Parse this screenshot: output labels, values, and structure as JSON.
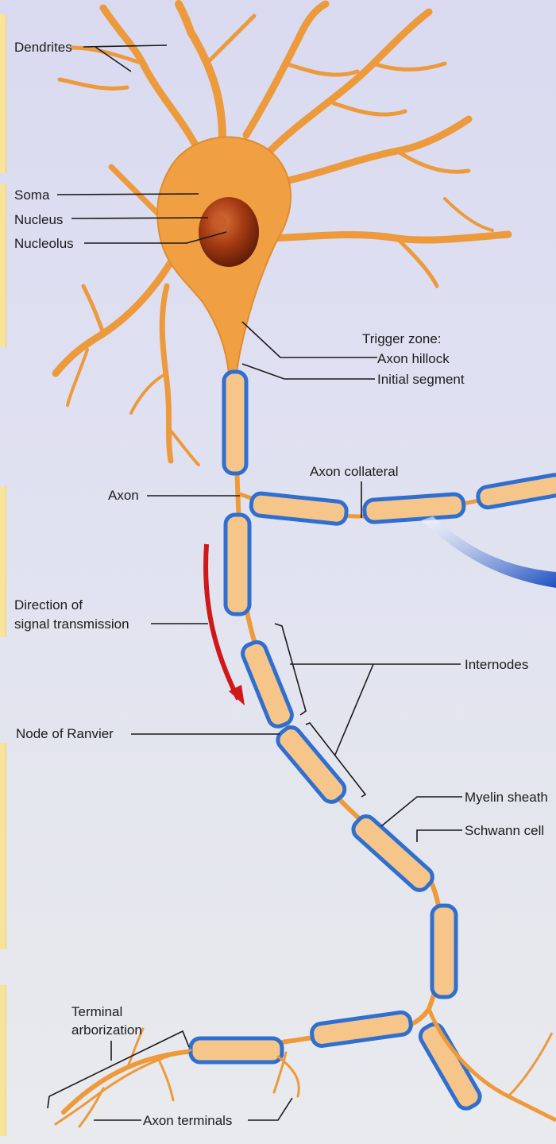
{
  "labels": {
    "dendrites": "Dendrites",
    "soma": "Soma",
    "nucleus": "Nucleus",
    "nucleolus": "Nucleolus",
    "trigger_zone": "Trigger zone:",
    "axon_hillock": "Axon hillock",
    "initial_segment": "Initial segment",
    "axon_collateral": "Axon collateral",
    "axon": "Axon",
    "direction_line1": "Direction of",
    "direction_line2": "signal transmission",
    "internodes": "Internodes",
    "node_of_ranvier": "Node of Ranvier",
    "myelin_sheath": "Myelin sheath",
    "schwann_cell": "Schwann cell",
    "terminal_line1": "Terminal",
    "terminal_line2": "arborization",
    "axon_terminals": "Axon terminals"
  },
  "colors": {
    "neuron_body": "#f0a043",
    "nucleus": "#8a2a0a",
    "myelin_blue": "#2f6fd0",
    "arrow_red": "#d01818"
  }
}
